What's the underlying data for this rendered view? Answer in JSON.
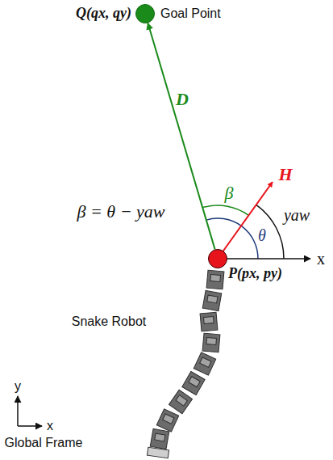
{
  "diagram": {
    "nodes": [
      {
        "text": [
          "Q(qx, qy)",
          "Goal Point"
        ]
      },
      {
        "text": [
          "P(px, py)"
        ]
      }
    ],
    "edges": [
      {
        "from": 1,
        "to": 0,
        "arrow": "to",
        "label": "D"
      }
    ],
    "labels": [
      "β",
      "β = θ − yaw",
      "θ",
      "yaw",
      "H",
      "x",
      "Snake Robot",
      "y",
      "x",
      "Global Frame"
    ]
  }
}
